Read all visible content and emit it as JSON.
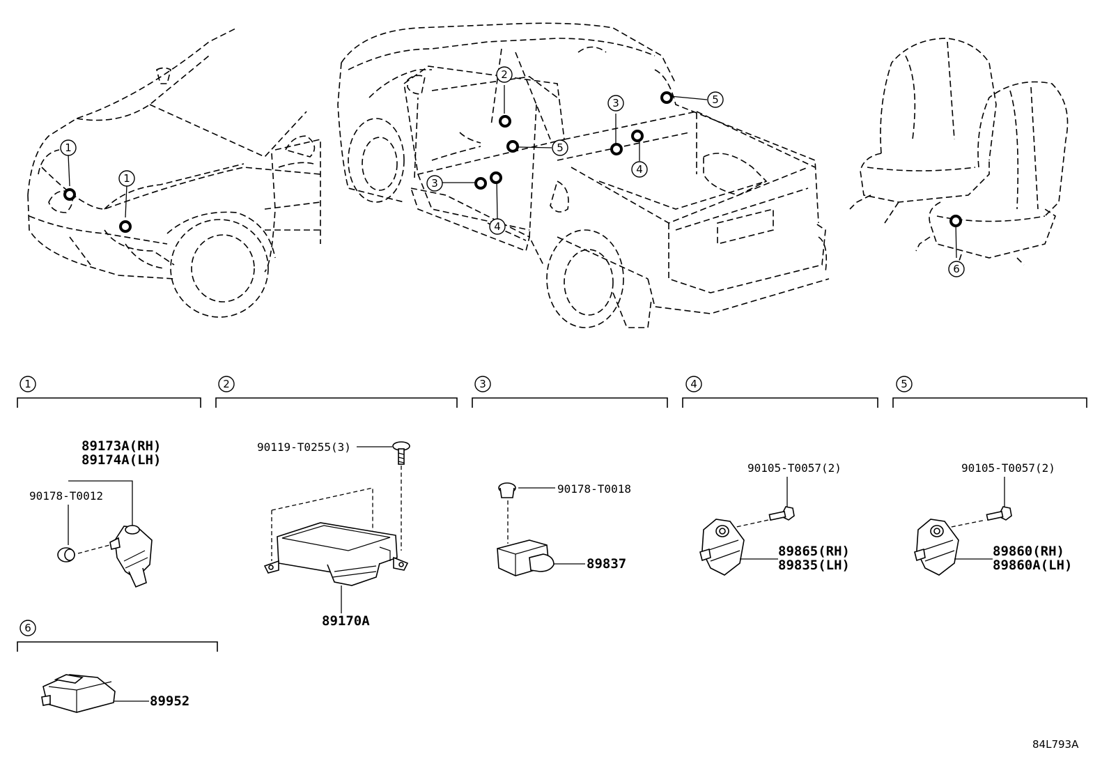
{
  "callout_numbers": [
    "1",
    "2",
    "3",
    "4",
    "5",
    "6"
  ],
  "sections": [
    {
      "num": "1",
      "parts": [
        "89173A(RH)",
        "89174A(LH)",
        "90178-T0012"
      ]
    },
    {
      "num": "2",
      "parts": [
        "90119-T0255(3)",
        "89170A"
      ]
    },
    {
      "num": "3",
      "parts": [
        "90178-T0018",
        "89837"
      ]
    },
    {
      "num": "4",
      "parts": [
        "90105-T0057(2)",
        "89865(RH)",
        "89835(LH)"
      ]
    },
    {
      "num": "5",
      "parts": [
        "90105-T0057(2)",
        "89860(RH)",
        "89860A(LH)"
      ]
    },
    {
      "num": "6",
      "parts": [
        "89952"
      ]
    }
  ],
  "diagram_ref": "84L793A"
}
